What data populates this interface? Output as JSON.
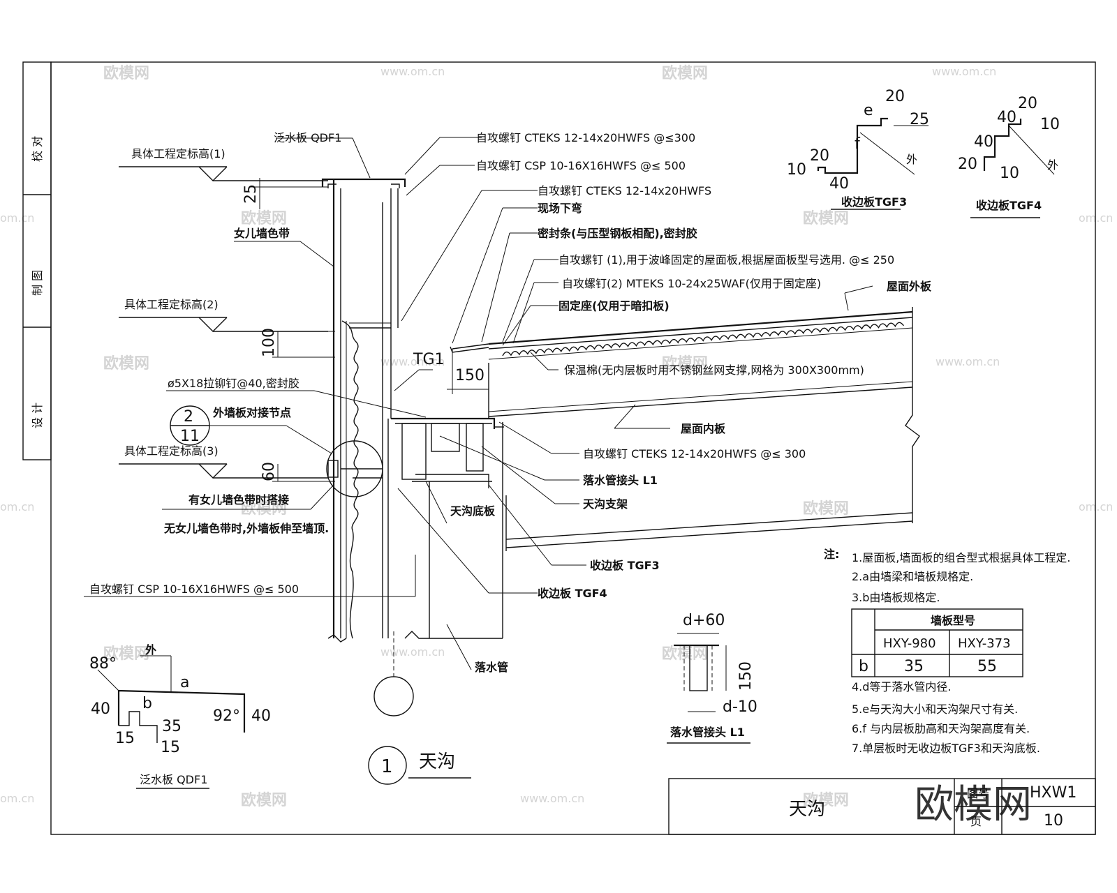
{
  "side_strip": [
    "校 对",
    "制 图",
    "设 计"
  ],
  "watermarks": {
    "logo": "欧模网",
    "url": "www.om.cn",
    "url_short": "om.cn",
    "big_logo": "欧模网"
  },
  "main_labels": {
    "flashing_qdf1": "泛水板 QDF1",
    "elev1": "具体工程定标高(1)",
    "elev2": "具体工程定标高(2)",
    "elev3": "具体工程定标高(3)",
    "parapet_band": "女儿墙色带",
    "screw1": "自攻螺钉 CTEKS 12-14x20HWFS @≤300",
    "screw2": "自攻螺钉 CSP 10-16X16HWFS     @≤ 500",
    "screw3": "自攻螺钉 CTEKS 12-14x20HWFS",
    "bend": "现场下弯",
    "seal": "密封条(与压型钢板相配),密封胶",
    "screw4": "自攻螺钉 (1),用于波峰固定的屋面板,根据屋面板型号选用. @≤ 250",
    "screw5": "自攻螺钉(2) MTEKS 10-24x25WAF(仅用于固定座)",
    "roof_outer": "屋面外板",
    "fix_seat": "固定座(仅用于暗扣板)",
    "tg1": "TG1",
    "insulation": "保温棉(无内层板时用不锈钢丝网支撑,网格为 300X300mm)",
    "rivet": "ø5X18拉铆钉@40,密封胶",
    "detail_top": "2",
    "detail_bottom": "11",
    "wall_joint": "外墙板对接节点",
    "roof_inner": "屋面内板",
    "screw6": "自攻螺钉 CTEKS  12-14x20HWFS @≤  300",
    "pipe_joint": "落水管接头  L1",
    "gutter_support": "天沟支架",
    "gutter_bottom": "天沟底板",
    "overlap1": "有女儿墙色带时搭接",
    "overlap2": "无女儿墙色带时,外墙板伸至墙顶.",
    "tgf3": "收边板 TGF3",
    "screw7": "自攻螺钉 CSP 10-16X16HWFS     @≤ 500",
    "tgf4": "收边板 TGF4",
    "downpipe": "落水管",
    "dim25": "25",
    "dim100": "100",
    "dim150": "150",
    "dim60": "60"
  },
  "tgf3_detail": {
    "title": "收边板TGF3",
    "d20a": "20",
    "e": "e",
    "d25": "25",
    "f": "f",
    "d20b": "20",
    "d10": "10",
    "d40": "40",
    "out": "外"
  },
  "tgf4_detail": {
    "title": "收边板TGF4",
    "d20a": "20",
    "d40a": "40",
    "d10a": "10",
    "d40b": "40",
    "d20b": "20",
    "d10b": "10",
    "out": "外"
  },
  "qdf1_detail": {
    "title": "泛水板 QDF1",
    "a88": "88°",
    "out": "外",
    "a": "a",
    "d40a": "40",
    "b": "b",
    "d35": "35",
    "a92": "92°",
    "d40b": "40",
    "d15a": "15",
    "d15b": "15"
  },
  "pipe_detail": {
    "title": "落水管接头  L1",
    "top": "d+60",
    "side": "150",
    "bottom": "d-10"
  },
  "detail_mark": {
    "number": "1",
    "name": "天沟"
  },
  "notes": {
    "head": "注:",
    "n1": "1.屋面板,墙面板的组合型式根据具体工程定.",
    "n2": "2.a由墙梁和墙板规格定.",
    "n3": "3.b由墙板规格定.",
    "n4": "4.d等于落水管内径.",
    "n5": "5.e与天沟大小和天沟架尺寸有关.",
    "n6": "6.f 与内层板肋高和天沟架高度有关.",
    "n7": "7.单层板时无收边板TGF3和天沟底板."
  },
  "wall_table": {
    "header": "墙板型号",
    "cols": [
      "HXY-980",
      "HXY-373"
    ],
    "row_label": "b",
    "values": [
      "35",
      "55"
    ]
  },
  "title_block": {
    "name": "天沟",
    "drawing_no_label": "图号",
    "drawing_no": "HXW1",
    "page_label": "页",
    "page_no": "10"
  }
}
